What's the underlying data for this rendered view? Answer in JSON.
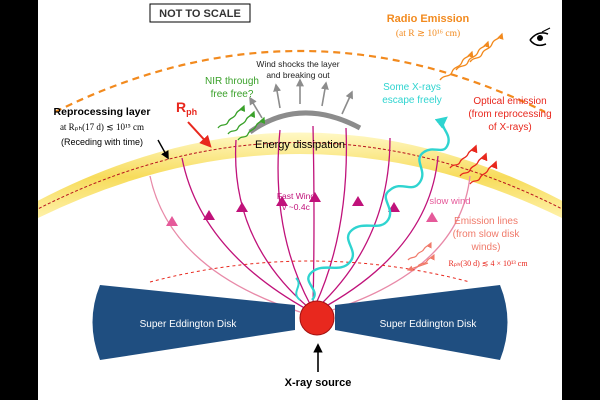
{
  "title_box": "NOT TO SCALE",
  "radio": {
    "title": "Radio Emission",
    "radius": "(at R ≳ 10¹⁶ cm)"
  },
  "wind_shock": {
    "line1": "Wind shocks the layer",
    "line2": "and breaking out"
  },
  "nir": {
    "line1": "NIR through",
    "line2": "free free?"
  },
  "xray_escape": {
    "line1": "Some X-rays",
    "line2": "escape freely"
  },
  "optical": {
    "line1": "Optical emission",
    "line2": "(from reprocessing",
    "line3": "of X-rays)"
  },
  "reprocessing": {
    "title": "Reprocessing layer",
    "radius": "at Rₚₕ(17 d) ≲ 10¹⁵ cm",
    "note": "(Receding with time)"
  },
  "rph_label": "R",
  "rph_sub": "ph",
  "energy": "Energy dissipation",
  "fast_wind": {
    "line1": "Fast Wind",
    "line2": "v ~0.4c"
  },
  "slow_wind": "slow wind",
  "emission_lines": {
    "line1": "Emission lines",
    "line2": "(from slow disk",
    "line3": "winds)"
  },
  "rph30": "Rₚₕ(30 d) ≲ 4 × 10¹³ cm",
  "disk_left": "Super Eddington Disk",
  "disk_right": "Super Eddington Disk",
  "xray_source": "X-ray source",
  "colors": {
    "orange": "#f28a1e",
    "green": "#3aa12a",
    "cyan": "#2fd4d0",
    "red": "#e8281e",
    "salmon": "#f07a6a",
    "magenta": "#c0127a",
    "pink": "#e55a9a",
    "layer": "#f7e27a",
    "disk": "#1f4e80",
    "grey": "#8c8c8c"
  },
  "icons": [
    "eye-icon",
    "upward-arrows",
    "wavy-photon-arrows"
  ]
}
